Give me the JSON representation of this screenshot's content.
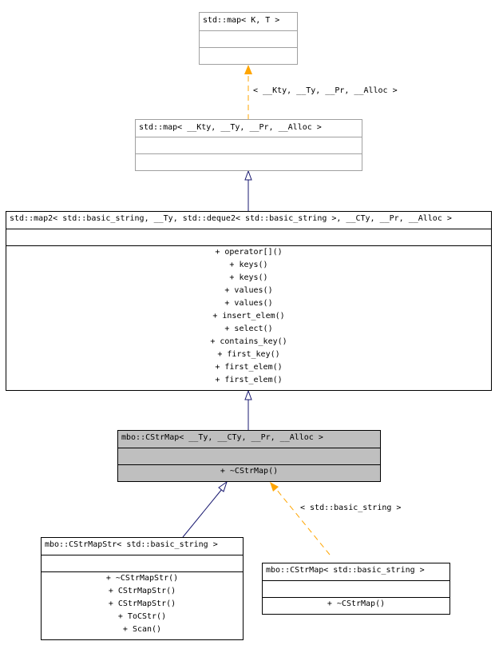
{
  "nodes": {
    "std_map_kt": {
      "title": "std::map< K, T >"
    },
    "std_map_kty": {
      "title": "std::map< __Kty, __Ty, __Pr, __Alloc >"
    },
    "std_map2": {
      "title": "std::map2< std::basic_string, __Ty, std::deque2< std::basic_string >, __CTy, __Pr, __Alloc >",
      "methods": [
        "+ operator[]()",
        "+ keys()",
        "+ keys()",
        "+ values()",
        "+ values()",
        "+ insert_elem()",
        "+ select()",
        "+ contains_key()",
        "+ first_key()",
        "+ first_elem()",
        "+ first_elem()"
      ]
    },
    "mbo_cstrmap": {
      "title": "mbo::CStrMap< __Ty, __CTy, __Pr, __Alloc >",
      "methods": [
        "+ ~CStrMap()"
      ]
    },
    "mbo_cstrmapstr": {
      "title": "mbo::CStrMapStr< std::basic_string >",
      "methods": [
        "+ ~CStrMapStr()",
        "+ CStrMapStr()",
        "+ CStrMapStr()",
        "+ ToCStr()",
        "+ Scan()"
      ]
    },
    "mbo_cstrmap_string": {
      "title": "mbo::CStrMap< std::basic_string >",
      "methods": [
        "+ ~CStrMap()"
      ]
    }
  },
  "edge_labels": {
    "map_template_args": "< __Kty, __Ty, __Pr, __Alloc >",
    "cstrmap_template_args": "< std::basic_string >"
  },
  "colors": {
    "inheritance": "#191970",
    "template_instance": "#ffa500",
    "highlight_fill": "#bfbfbf",
    "muted_border": "#a0a0a0"
  }
}
